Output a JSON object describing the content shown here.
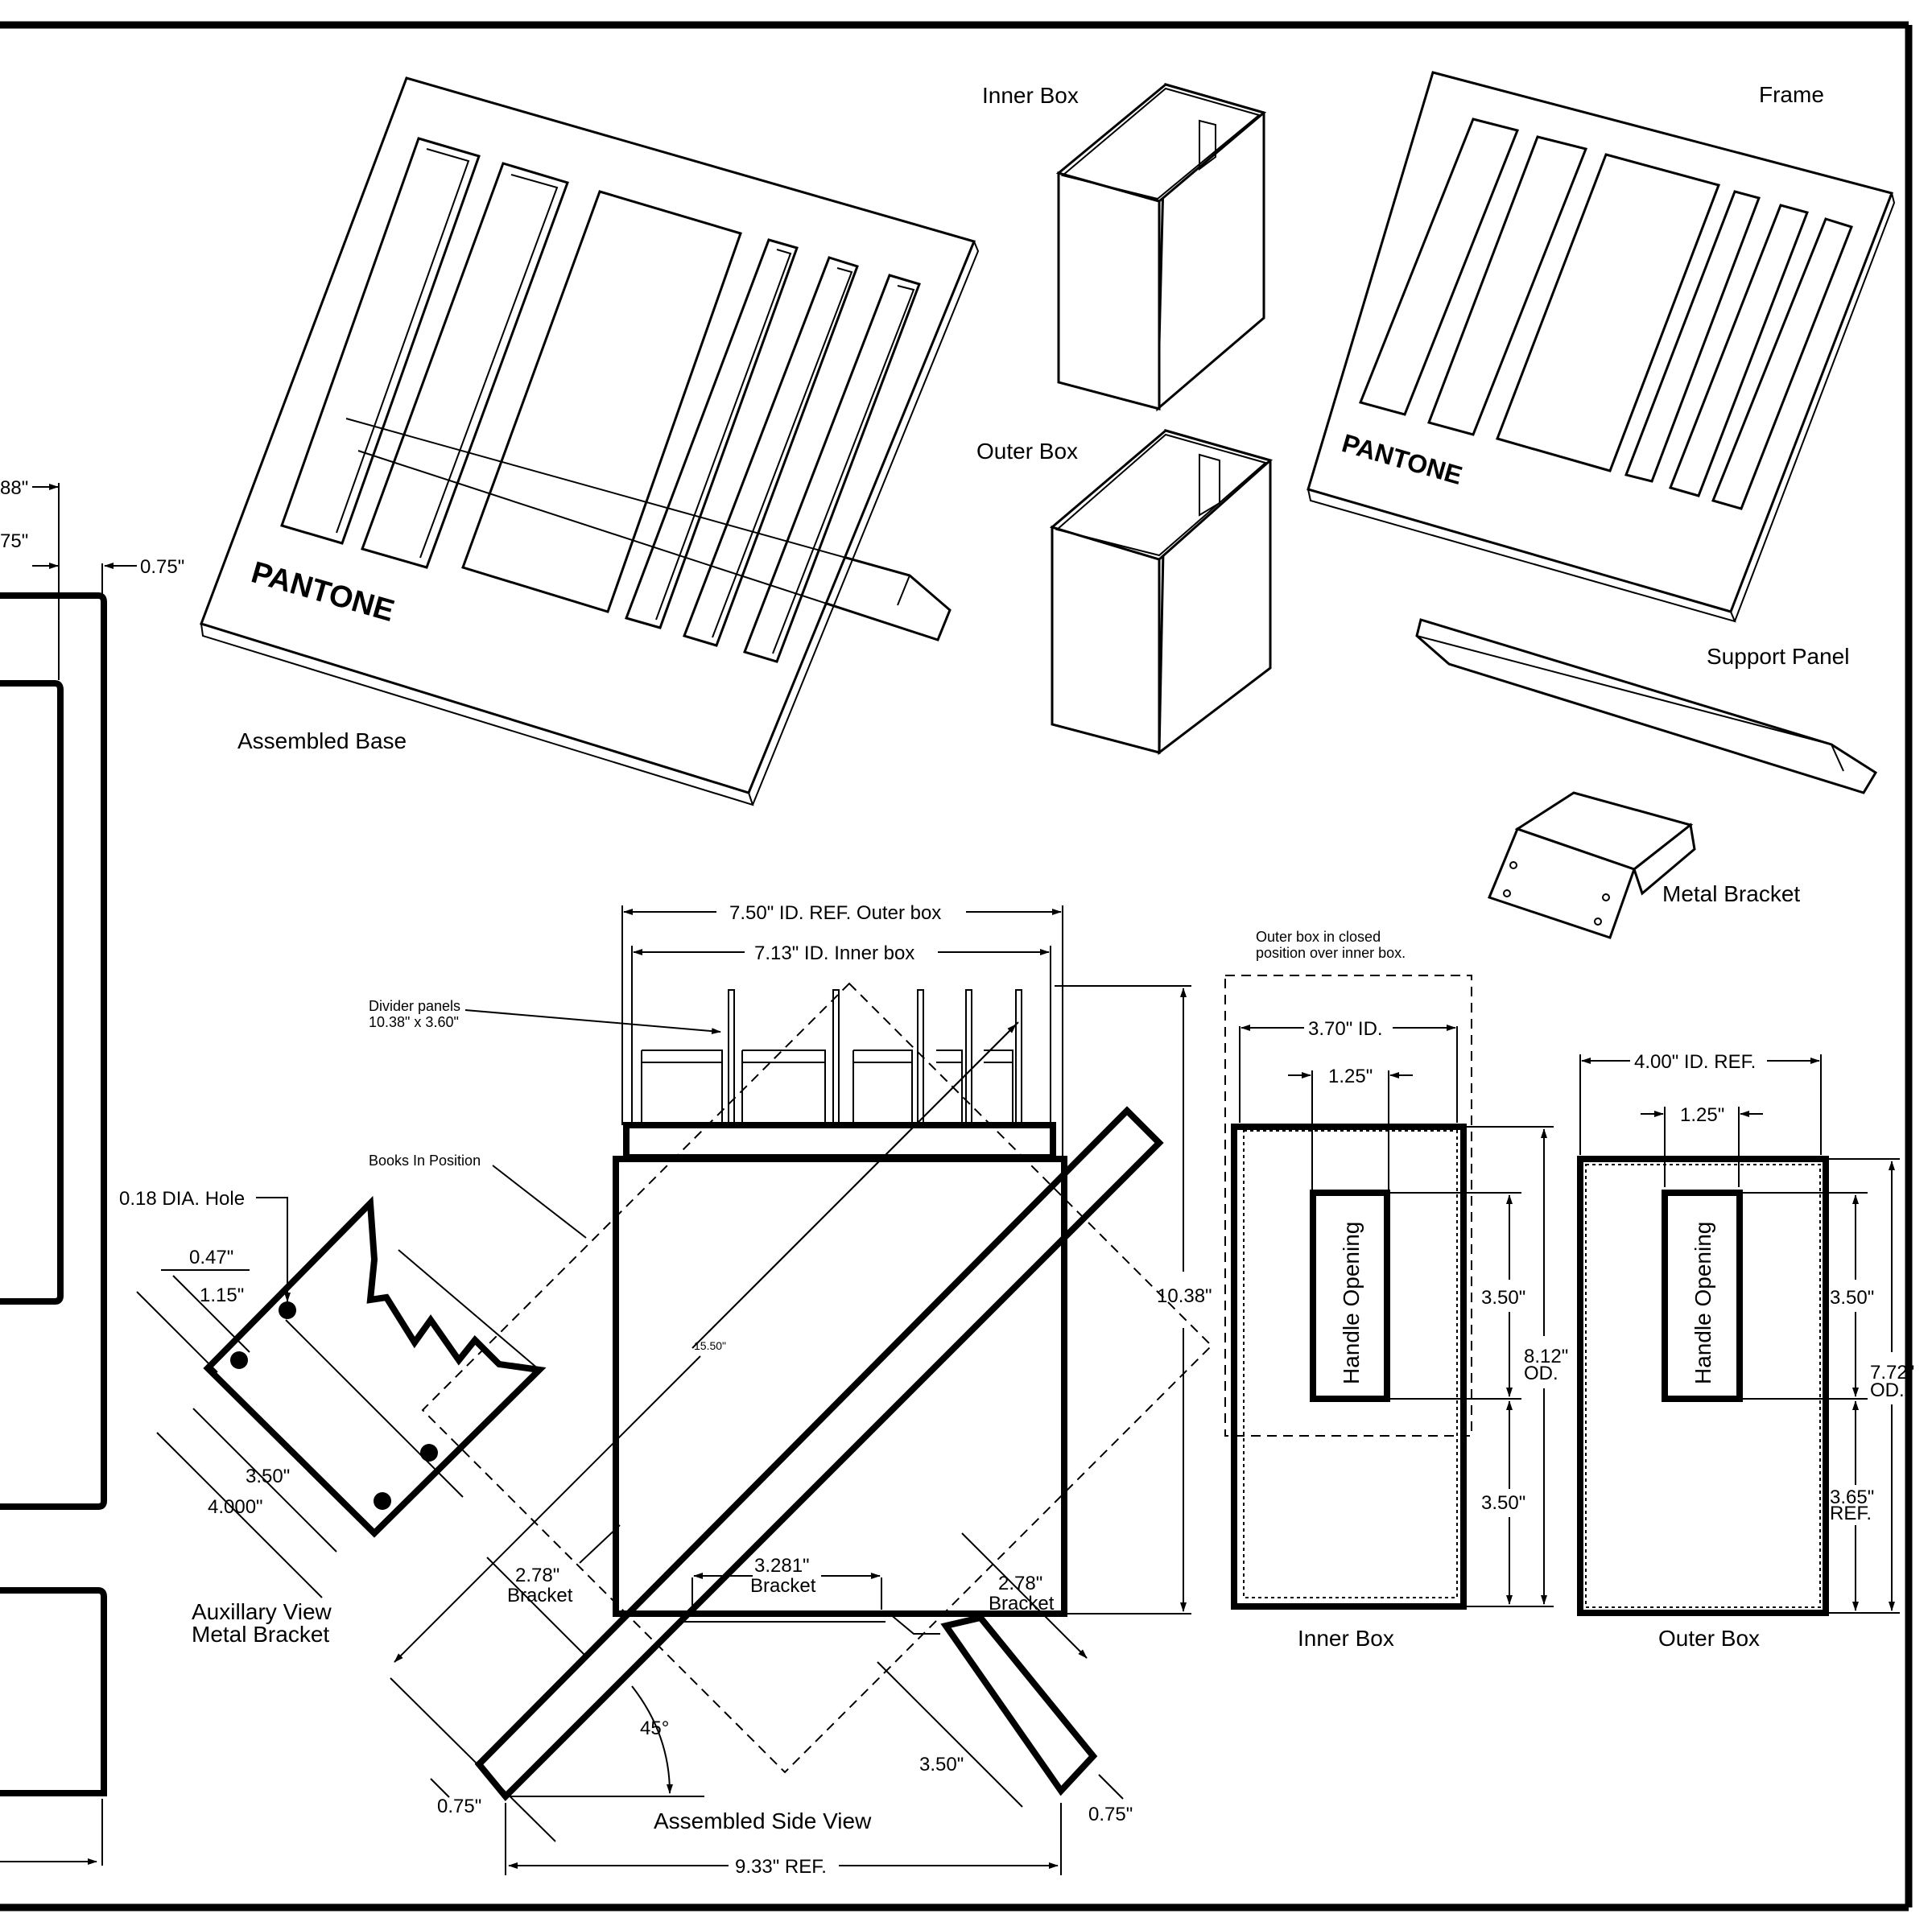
{
  "parts": {
    "assembled_base": "Assembled Base",
    "inner_box": "Inner Box",
    "outer_box": "Outer Box",
    "frame": "Frame",
    "support_panel": "Support Panel",
    "metal_bracket": "Metal Bracket",
    "brand": "PANTONE"
  },
  "side_view": {
    "title": "Assembled Side View",
    "outer_id": "7.50\" ID. REF. Outer box",
    "inner_id": "7.13\" ID. Inner box",
    "divider_line1": "Divider panels",
    "divider_line2": "10.38\" x 3.60\"",
    "books": "Books In Position",
    "height": "10.38\"",
    "diag": "15.50\"",
    "bracket_left_1": "2.78\"",
    "bracket_left_2": "Bracket",
    "bracket_mid_1": "3.281\"",
    "bracket_mid_2": "Bracket",
    "bracket_right_1": "2.78\"",
    "bracket_right_2": "Bracket",
    "angle": "45°",
    "foot_left": "0.75\"",
    "foot_right": "0.75\"",
    "foot_span": "3.50\"",
    "width_ref": "9.33\" REF."
  },
  "aux_view": {
    "title_line1": "Auxillary View",
    "title_line2": "Metal Bracket",
    "hole": "0.18 DIA. Hole",
    "d047": "0.47\"",
    "d115": "1.15\"",
    "d350": "3.50\"",
    "d4000": "4.000\""
  },
  "inner_box_view": {
    "title": "Inner Box",
    "note_line1": "Outer box in closed",
    "note_line2": "position over inner box.",
    "id": "3.70\" ID.",
    "handle_w": "1.25\"",
    "handle": "Handle Opening",
    "h1": "3.50\"",
    "h2": "3.50\"",
    "od_1": "8.12\"",
    "od_2": "OD."
  },
  "outer_box_view": {
    "title": "Outer Box",
    "id": "4.00\" ID. REF.",
    "handle_w": "1.25\"",
    "handle": "Handle Opening",
    "h1": "3.50\"",
    "h2_1": "3.65\"",
    "h2_2": "REF.",
    "od_1": "7.72\"",
    "od_2": "OD."
  },
  "left_partial": {
    "d1": "88\"",
    "d2": "75\"",
    "d3": "0.75\""
  }
}
